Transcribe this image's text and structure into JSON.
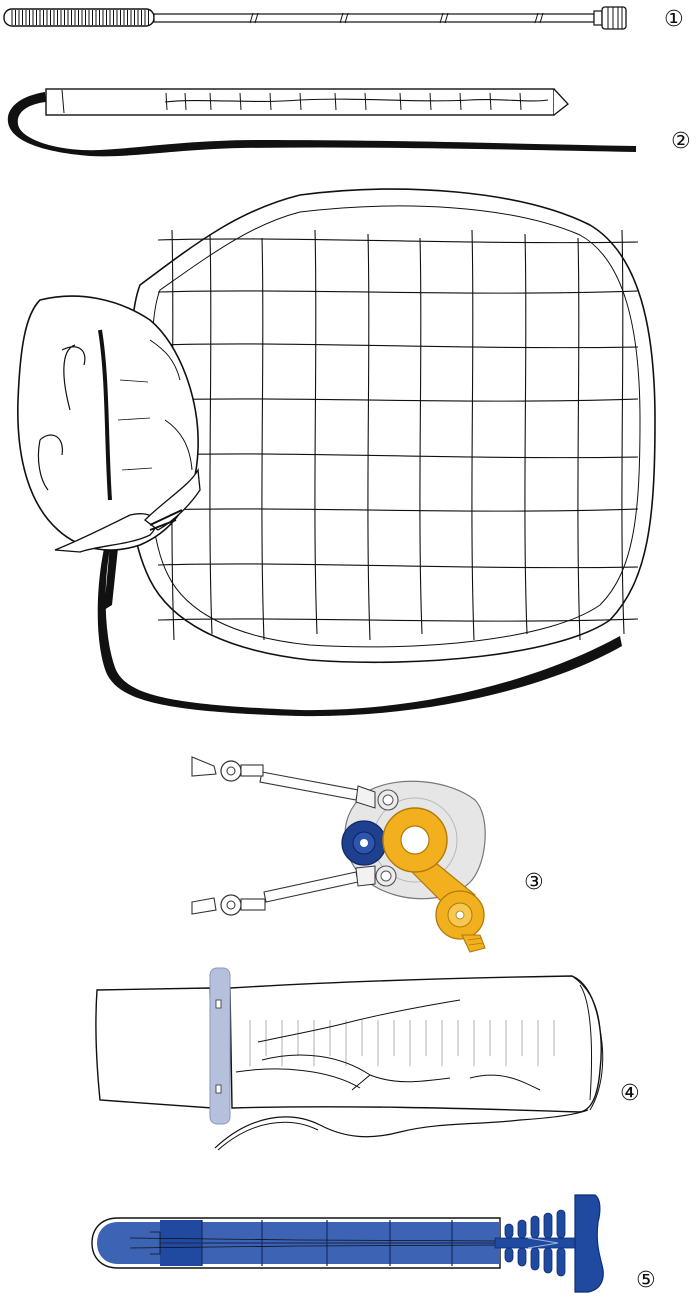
{
  "labels": {
    "item1": "①",
    "item2": "②",
    "item3": "③",
    "item4": "④",
    "item5": "⑤"
  },
  "colors": {
    "line": "#111111",
    "port_orange": "#f2b01e",
    "port_blue": "#1f3f8f",
    "housing_grey": "#e6e6e6",
    "clip_band": "#b4c0dc",
    "fill_blue": "#3d63b4",
    "fill_dark_blue": "#1f4aa0"
  }
}
